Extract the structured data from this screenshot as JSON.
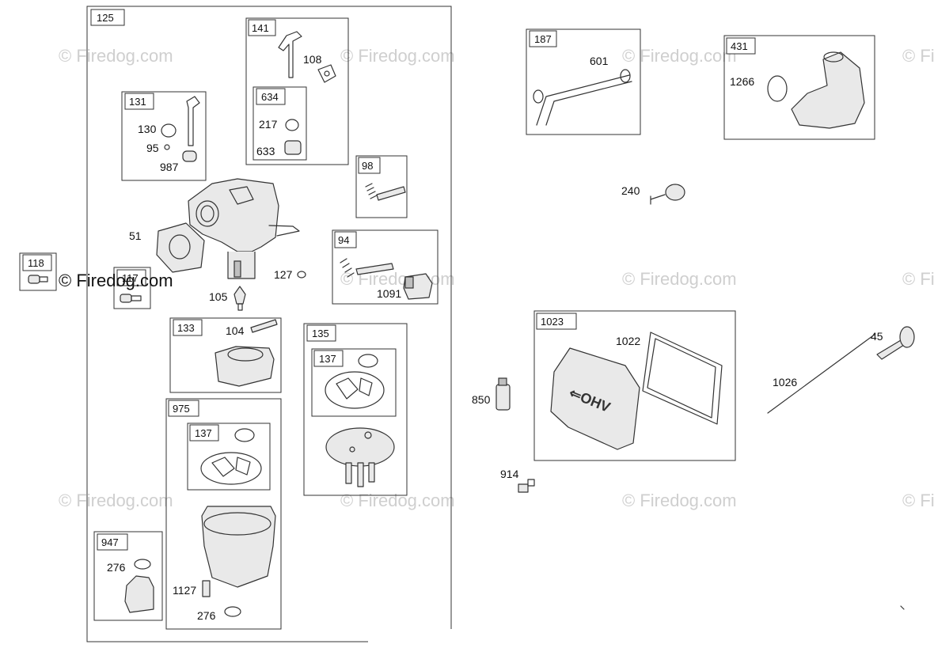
{
  "watermark": "© Firedog.com",
  "groups": {
    "g125": "125",
    "g141": "141",
    "g634": "634",
    "g131": "131",
    "g98": "98",
    "g94": "94",
    "g118": "118",
    "g117": "117",
    "g133": "133",
    "g135": "135",
    "g137a": "137",
    "g975": "975",
    "g137b": "137",
    "g947": "947",
    "g187": "187",
    "g431": "431",
    "g1023": "1023"
  },
  "parts": {
    "p108": "108",
    "p217": "217",
    "p633": "633",
    "p130": "130",
    "p95": "95",
    "p987": "987",
    "p51": "51",
    "p127": "127",
    "p105": "105",
    "p1091": "1091",
    "p104": "104",
    "p276a": "276",
    "p1127": "1127",
    "p276b": "276",
    "p601": "601",
    "p1266": "1266",
    "p240": "240",
    "p1022": "1022",
    "p850": "850",
    "p914": "914",
    "p45": "45",
    "p1026": "1026"
  }
}
